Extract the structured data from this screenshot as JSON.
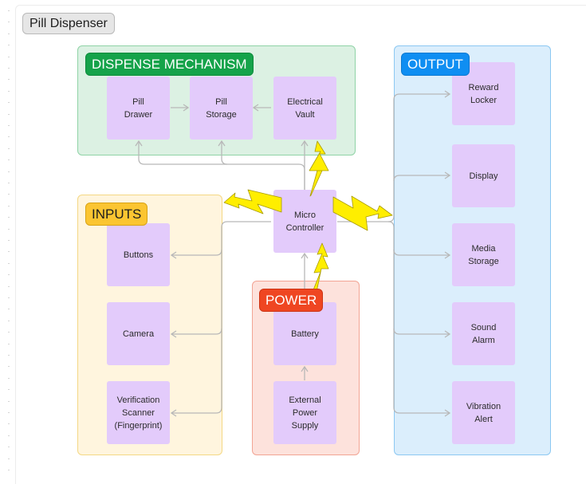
{
  "title": "Pill Dispenser",
  "sections": {
    "dispense": {
      "label": "DISPENSE MECHANISM",
      "color": "#15a34a"
    },
    "output": {
      "label": "OUTPUT",
      "color": "#0f8ef2"
    },
    "inputs": {
      "label": "INPUTS",
      "color": "#fbc531"
    },
    "power": {
      "label": "POWER",
      "color": "#ef4622"
    }
  },
  "nodes": {
    "pill_drawer": "Pill\nDrawer",
    "pill_storage": "Pill\nStorage",
    "electrical_vault": "Electrical\nVault",
    "micro_controller": "Micro\nController",
    "buttons": "Buttons",
    "camera": "Camera",
    "verification_scanner": "Verification\nScanner\n(Fingerprint)",
    "battery": "Battery",
    "external_power_supply": "External\nPower\nSupply",
    "reward_locker": "Reward\nLocker",
    "display": "Display",
    "media_storage": "Media\nStorage",
    "sound_alarm": "Sound\nAlarm",
    "vibration_alert": "Vibration\nAlert"
  },
  "edges": [
    {
      "from": "Pill Drawer",
      "to": "Pill Storage"
    },
    {
      "from": "Electrical Vault",
      "to": "Pill Storage"
    },
    {
      "from": "Micro Controller",
      "to": "Pill Drawer"
    },
    {
      "from": "Micro Controller",
      "to": "Pill Storage"
    },
    {
      "from": "Micro Controller",
      "to": "Electrical Vault"
    },
    {
      "from": "Micro Controller",
      "to": "Buttons"
    },
    {
      "from": "Micro Controller",
      "to": "Camera"
    },
    {
      "from": "Micro Controller",
      "to": "Verification Scanner (Fingerprint)"
    },
    {
      "from": "Battery",
      "to": "Micro Controller"
    },
    {
      "from": "External Power Supply",
      "to": "Battery"
    },
    {
      "from": "Micro Controller",
      "to": "Reward Locker"
    },
    {
      "from": "Micro Controller",
      "to": "Display"
    },
    {
      "from": "Micro Controller",
      "to": "Media Storage"
    },
    {
      "from": "Micro Controller",
      "to": "Sound Alarm"
    },
    {
      "from": "Micro Controller",
      "to": "Vibration Alert"
    }
  ],
  "colors": {
    "node_fill": "#e3cbfb",
    "connector": "#b8b8b8",
    "lightning": "#ffee00"
  }
}
